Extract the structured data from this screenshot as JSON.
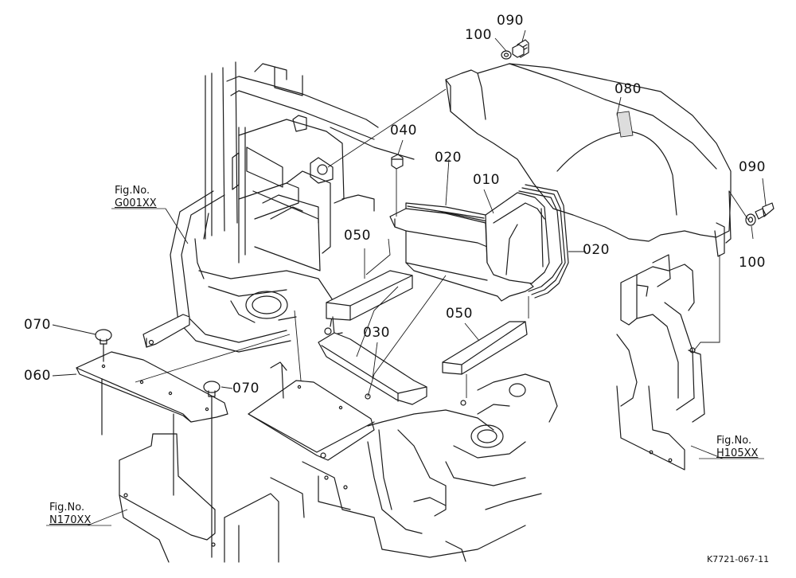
{
  "diagram": {
    "drawing_id": "K7721-067-11",
    "part_callouts": [
      {
        "id": "p100a",
        "label": "100"
      },
      {
        "id": "p090a",
        "label": "090"
      },
      {
        "id": "p080",
        "label": "080"
      },
      {
        "id": "p040",
        "label": "040"
      },
      {
        "id": "p020a",
        "label": "020"
      },
      {
        "id": "p010",
        "label": "010"
      },
      {
        "id": "p090b",
        "label": "090"
      },
      {
        "id": "p020b",
        "label": "020"
      },
      {
        "id": "p100b",
        "label": "100"
      },
      {
        "id": "p050a",
        "label": "050"
      },
      {
        "id": "p070a",
        "label": "070"
      },
      {
        "id": "p030",
        "label": "030"
      },
      {
        "id": "p050b",
        "label": "050"
      },
      {
        "id": "p060",
        "label": "060"
      },
      {
        "id": "p070b",
        "label": "070"
      }
    ],
    "figure_refs": [
      {
        "prefix": "Fig.No.",
        "code": "G001XX"
      },
      {
        "prefix": "Fig.No.",
        "code": "N170XX"
      },
      {
        "prefix": "Fig.No.",
        "code": "H105XX"
      }
    ]
  }
}
